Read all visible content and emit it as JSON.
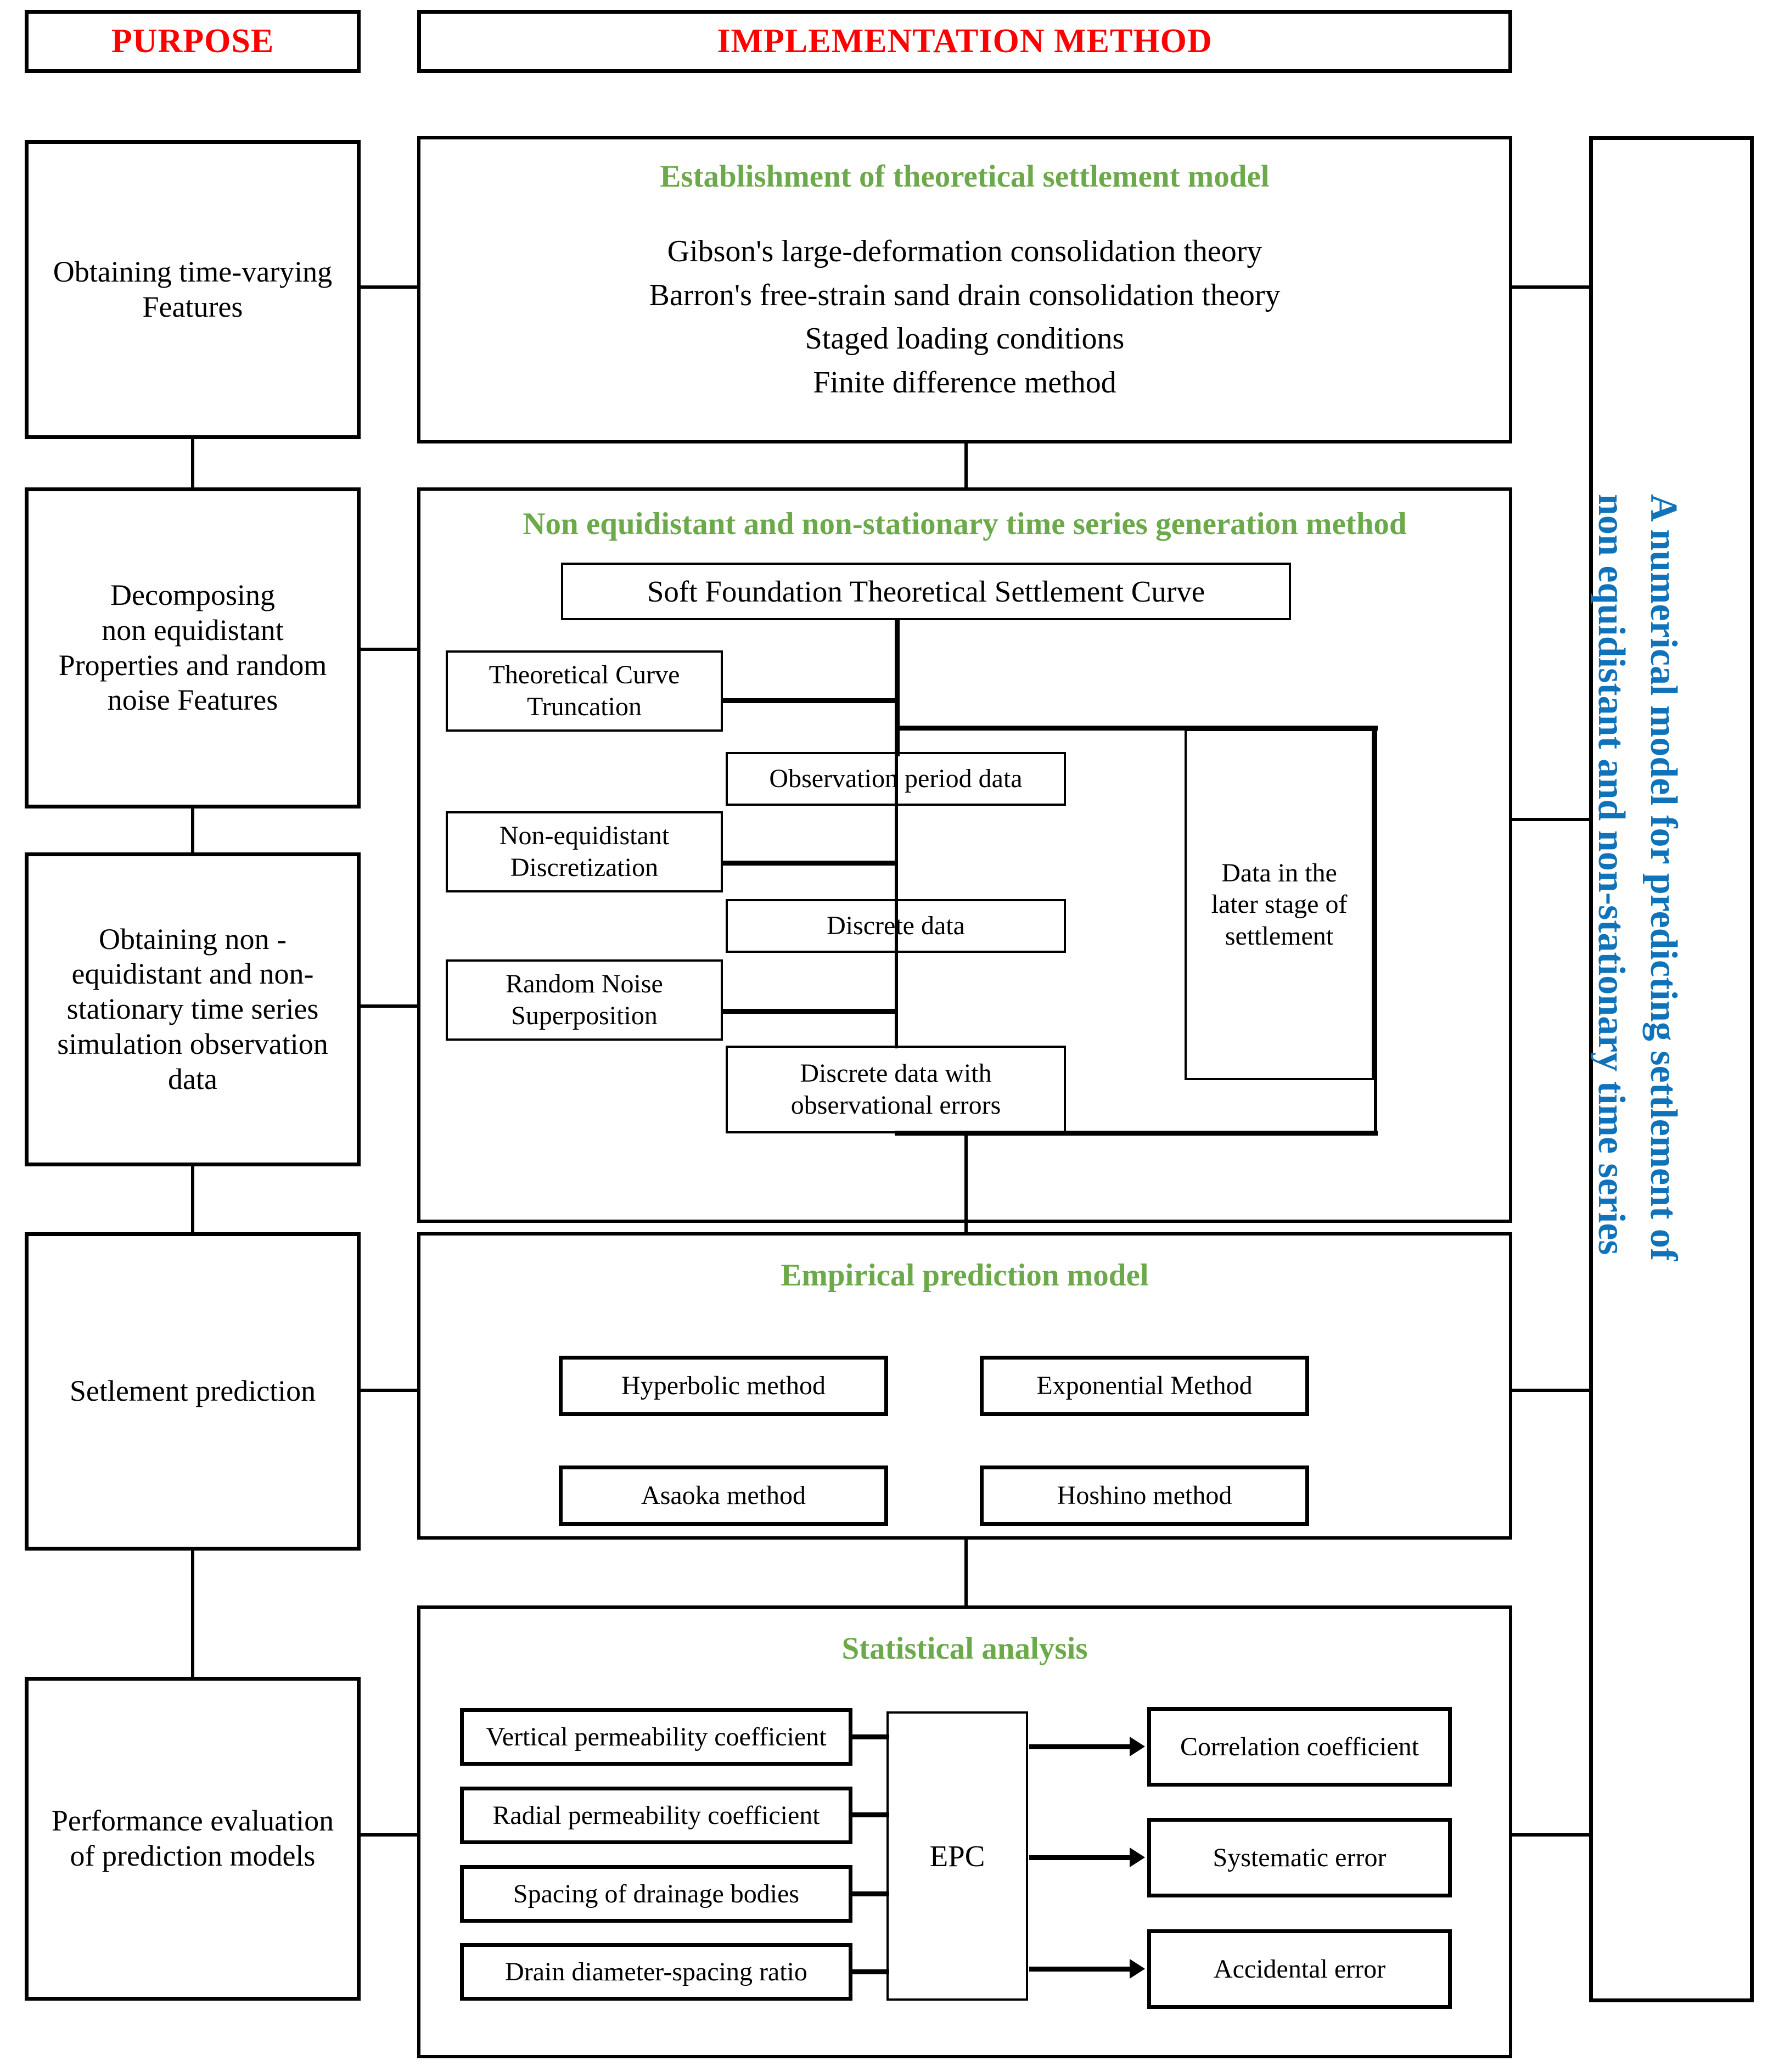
{
  "headers": {
    "purpose": "PURPOSE",
    "implementation": "IMPLEMENTATION METHOD",
    "purpose_color": "#ff0000",
    "implementation_color": "#ff0000"
  },
  "colors": {
    "section_title": "#6BA94A",
    "header_text": "#ff0000",
    "outcome_text": "#1072B8",
    "stroke": "#000000",
    "background": "#ffffff"
  },
  "purpose_column": {
    "items": [
      {
        "id": "p1",
        "label": "Obtaining time-varying\nFeatures"
      },
      {
        "id": "p2",
        "label": "Decomposing\nnon equidistant\nProperties and random\nnoise Features"
      },
      {
        "id": "p3",
        "label": "Obtaining non -\nequidistant and non-\nstationary time series\nsimulation observation\ndata"
      },
      {
        "id": "p4",
        "label": "Setlement prediction"
      },
      {
        "id": "p5",
        "label": "Performance evaluation\nof prediction models"
      }
    ]
  },
  "sections": [
    {
      "id": "s1",
      "title": "Establishment of theoretical settlement model",
      "lines": [
        "Gibson's large-deformation consolidation theory",
        "Barron's free-strain sand drain consolidation theory",
        "Staged loading conditions",
        "Finite difference method"
      ]
    },
    {
      "id": "s2",
      "title": "Non equidistant and non-stationary time series generation method",
      "nodes": [
        {
          "id": "n_soft",
          "label": "Soft Foundation Theoretical Settlement Curve"
        },
        {
          "id": "n_trunc",
          "label": "Theoretical Curve\nTruncation"
        },
        {
          "id": "n_obs",
          "label": "Observation period data"
        },
        {
          "id": "n_nonequi",
          "label": "Non-equidistant\nDiscretization"
        },
        {
          "id": "n_disc",
          "label": "Discrete data"
        },
        {
          "id": "n_noise",
          "label": "Random Noise\nSuperposition"
        },
        {
          "id": "n_discerr",
          "label": "Discrete data with\nobservational errors"
        },
        {
          "id": "n_later",
          "label": "Data in the\nlater stage of\nsettlement"
        }
      ]
    },
    {
      "id": "s3",
      "title": "Empirical prediction model",
      "methods": [
        {
          "id": "m_hyp",
          "label": "Hyperbolic method"
        },
        {
          "id": "m_exp",
          "label": "Exponential Method"
        },
        {
          "id": "m_asa",
          "label": "Asaoka method"
        },
        {
          "id": "m_hos",
          "label": "Hoshino method"
        }
      ]
    },
    {
      "id": "s4",
      "title": "Statistical analysis",
      "inputs": [
        {
          "id": "i_vert",
          "label": "Vertical permeability coefficient"
        },
        {
          "id": "i_rad",
          "label": "Radial permeability coefficient"
        },
        {
          "id": "i_spac",
          "label": "Spacing of drainage bodies"
        },
        {
          "id": "i_ratio",
          "label": "Drain diameter-spacing ratio"
        }
      ],
      "processor": {
        "id": "epc",
        "label": "EPC"
      },
      "outputs": [
        {
          "id": "o_corr",
          "label": "Correlation coefficient"
        },
        {
          "id": "o_sys",
          "label": "Systematic error"
        },
        {
          "id": "o_acc",
          "label": "Accidental error"
        }
      ]
    }
  ],
  "outcome": {
    "line1": "A numerical model for predicting settlement of",
    "line2": "non equidistant and non-stationary time series"
  }
}
